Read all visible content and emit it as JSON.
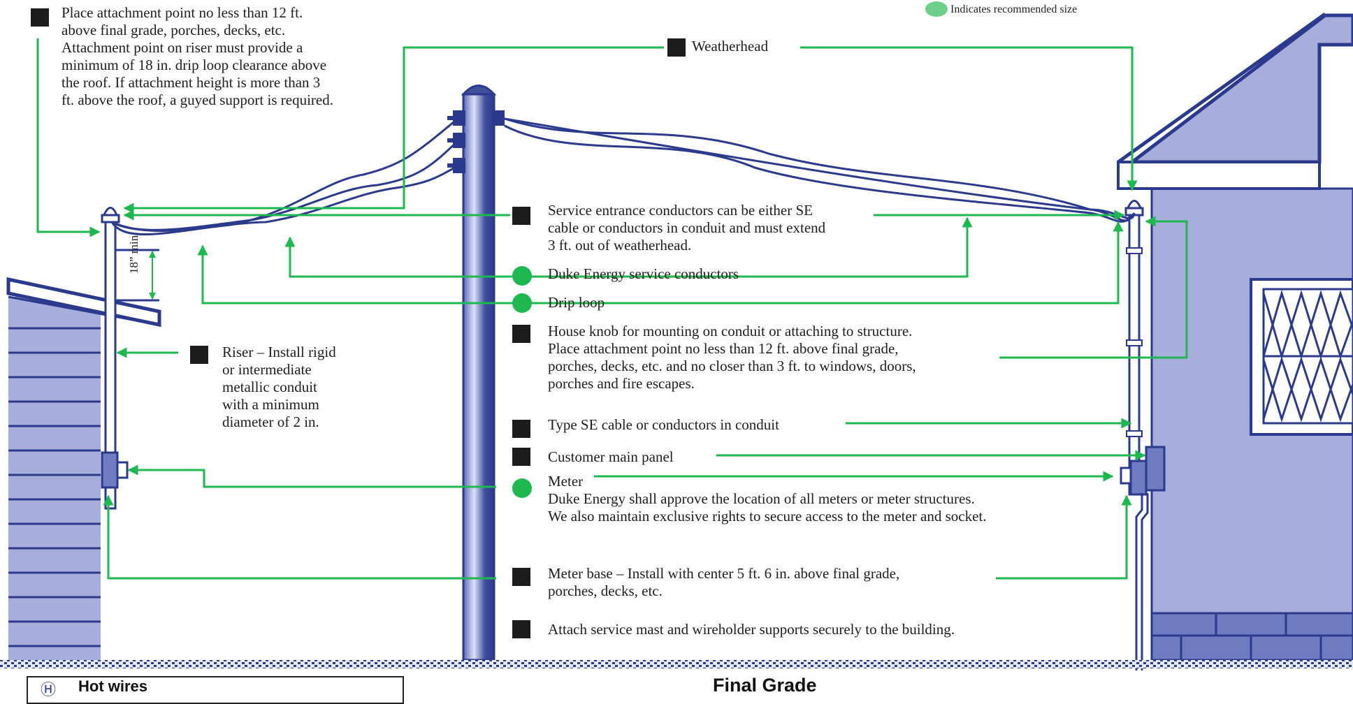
{
  "legend": {
    "recommended_text": "Indicates recommended size"
  },
  "labels": {
    "attachment_point": "Place attachment point no less than 12 ft.\nabove final grade, porches, decks, etc.\nAttachment point on riser must  provide a\nminimum of 18 in. drip loop clearance above\nthe roof. If attachment height is more than 3\nft. above the roof, a guyed support is required.",
    "weatherhead": "Weatherhead",
    "service_entrance": "Service entrance conductors can be either SE\ncable or conductors in conduit and must extend\n3 ft. out of weatherhead.",
    "duke_conductors": "Duke Energy service conductors",
    "drip_loop": "Drip loop",
    "house_knob": "House knob for mounting on conduit or attaching to structure.\nPlace attachment point no less than 12 ft. above final grade,\nporches, decks, etc. and no closer than 3 ft. to windows, doors,\nporches and fire escapes.",
    "riser": "Riser – Install rigid\nor intermediate\nmetallic conduit\nwith a minimum\ndiameter of 2 in.",
    "type_se": "Type SE cable or conductors in conduit",
    "customer_panel": "Customer main panel",
    "meter": "Meter\nDuke Energy shall approve the location of all meters or meter structures.\nWe also maintain exclusive rights to secure access to the meter and socket.",
    "meter_base": "Meter base – Install with center 5 ft. 6 in. above final grade,\nporches, decks, etc.",
    "attach_mast": "Attach service mast and wireholder supports securely to the building.",
    "clearance": "18” min.",
    "final_grade": "Final Grade"
  },
  "footer": {
    "hot_symbol": "Ⓗ",
    "hot_wires": "Hot wires"
  },
  "colors": {
    "structure_blue": "#2b3a8c",
    "wall_fill": "#a7aedb",
    "arrow_green": "#1fb74f",
    "marker_black": "#1c1c1c"
  }
}
